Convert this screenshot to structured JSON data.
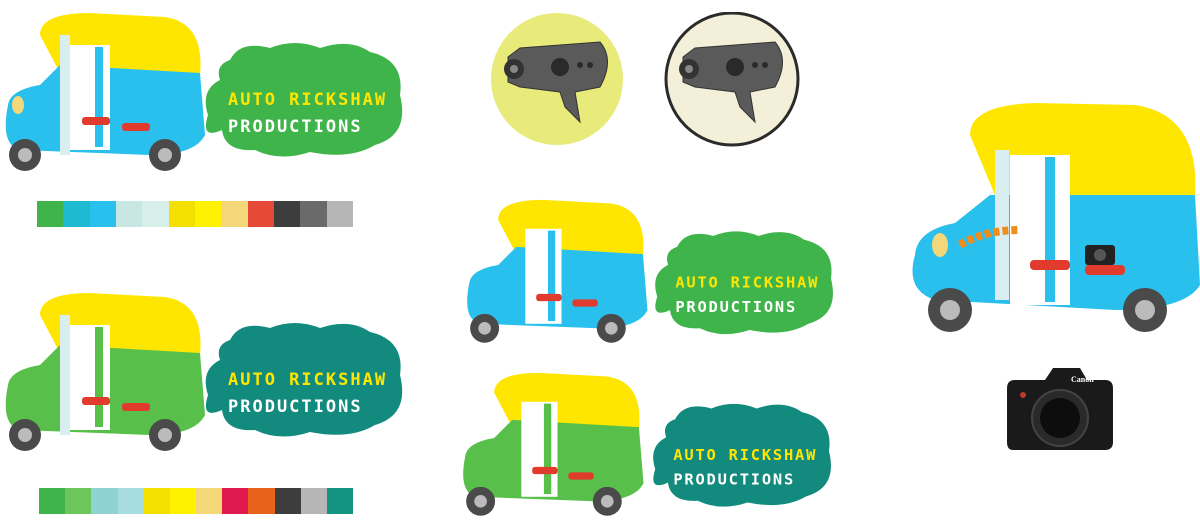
{
  "brand": {
    "line1": "AUTO RICKSHAW",
    "line2": "PRODUCTIONS"
  },
  "logos": [
    {
      "name": "logo-blue",
      "body_color": "#29c0ee",
      "cloud_color": "#3fb44b",
      "line1_color": "#ffe600",
      "line2_color": "#ffffff"
    },
    {
      "name": "logo-green",
      "body_color": "#58c04a",
      "cloud_color": "#138a7e",
      "line1_color": "#ffe600",
      "line2_color": "#ffffff"
    },
    {
      "name": "logo-blue-small",
      "body_color": "#29c0ee",
      "cloud_color": "#3fb44b",
      "line1_color": "#ffe600",
      "line2_color": "#ffffff"
    },
    {
      "name": "logo-green-small",
      "body_color": "#58c04a",
      "cloud_color": "#138a7e",
      "line1_color": "#ffe600",
      "line2_color": "#ffffff"
    }
  ],
  "palettes": {
    "blue": [
      "#3fb44b",
      "#1dbad2",
      "#29c0ee",
      "#c8e7e3",
      "#c8e7e3",
      "#f3e000",
      "#fff200",
      "#f3d779",
      "#e44a35",
      "#3d3d3d",
      "#6a6a6a",
      "#b6b6b6"
    ],
    "green": [
      "#3fb44b",
      "#6cc65c",
      "#8fd2d4",
      "#a7dde0",
      "#f3e000",
      "#fff200",
      "#f3d779",
      "#e01a4f",
      "#e8621c",
      "#3d3d3d",
      "#b6b6b6",
      "#139483"
    ]
  },
  "camera_icons": {
    "circle_light": "#e8ea7a",
    "circle_dark": "#f3efd8"
  },
  "camera_brand": "Canon",
  "colors": {
    "canopy": "#ffe600",
    "wheel": "#4a4a4a",
    "seat": "#e03b2c"
  }
}
